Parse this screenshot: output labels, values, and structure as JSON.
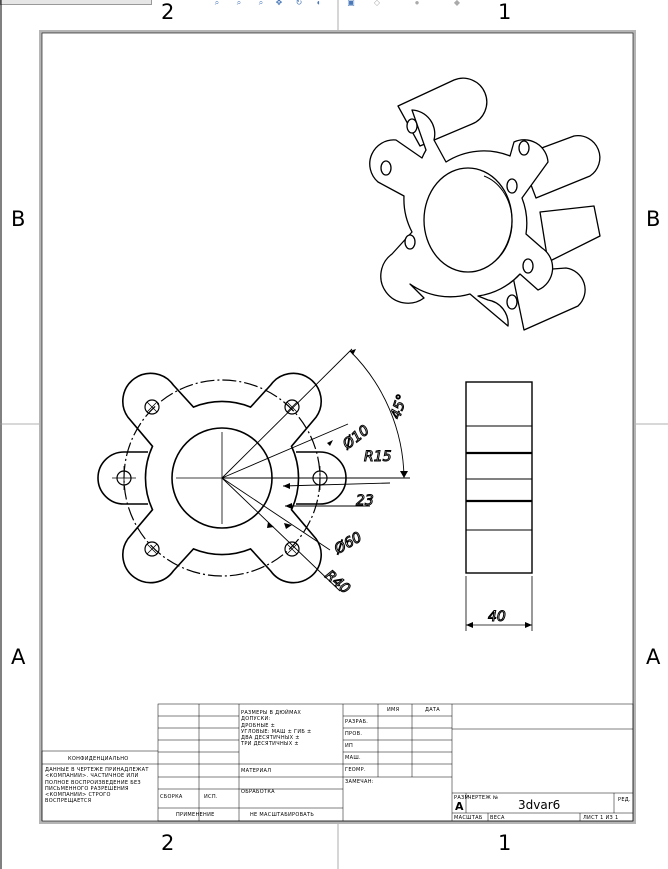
{
  "zones": {
    "top_left": "2",
    "top_right": "1",
    "bottom_left": "2",
    "bottom_right": "1",
    "left_upper": "B",
    "right_upper": "B",
    "left_lower": "A",
    "right_lower": "A"
  },
  "toolbar_icons": [
    "zoom-to-fit-icon",
    "zoom-area-icon",
    "zoom-icon",
    "pan-icon",
    "rotate-icon",
    "view-orientation-icon",
    "display-style-icon",
    "hide-show-icon",
    "appearance-icon"
  ],
  "dimensions": {
    "angle": "45°",
    "hole_dia": "Ø10",
    "lobe_radius": "R15",
    "offset": "23",
    "bore_dia": "Ø60",
    "bolt_radius": "R40",
    "thickness": "40"
  },
  "title_block": {
    "confidential_heading": "КОНФИДЕНЦИАЛЬНО",
    "confidential_text": "ДАННЫЕ В ЧЕРТЕЖЕ ПРИНАДЛЕЖАТ\n<КОМПАНИИ>. ЧАСТИЧНОЕ ИЛИ\nПОЛНОЕ ВОСПРОИЗВЕДЕНИЕ БЕЗ\nПИСЬМЕННОГО РАЗРЕШЕНИЯ\n<КОМПАНИИ> СТРОГО\nВОСПРЕЩАЕТСЯ",
    "tolerance_notes": "РАЗМЕРЫ В ДЮЙМАХ\nДОПУСКИ:\nДРОБНЫЕ ±\nУГЛОВЫЕ: МАШ ±   ГИБ ±\nДВА ДЕСЯТИЧНЫХ  ±\nТРИ ДЕСЯТИЧНЫХ  ±",
    "material_label": "МАТЕРИАЛ",
    "finish_label": "ОБРАБОТКА",
    "next_assy_label": "СБОРКА",
    "used_on_label": "ИСП.",
    "application_label": "ПРИМЕНЕНИЕ",
    "no_scale_label": "НЕ МАСШТАБИРОВАТЬ",
    "name_header": "ИМЯ",
    "date_header": "ДАТА",
    "roles": [
      "РАЗРАБ.",
      "ПРОВ.",
      "ИП",
      "МАШ.",
      "ГЕОМР.",
      "ЗАМЕЧАН:"
    ],
    "size_label": "РАЗМ",
    "size_value": "A",
    "dwg_no_label": "ЧЕРТЕЖ №",
    "dwg_no_value": "3dvar6",
    "rev_label": "РЕД.",
    "scale_label": "МАСШТАБ",
    "weight_label": "ВЕСА",
    "sheet_label": "ЛИСТ 1 ИЗ 1"
  }
}
